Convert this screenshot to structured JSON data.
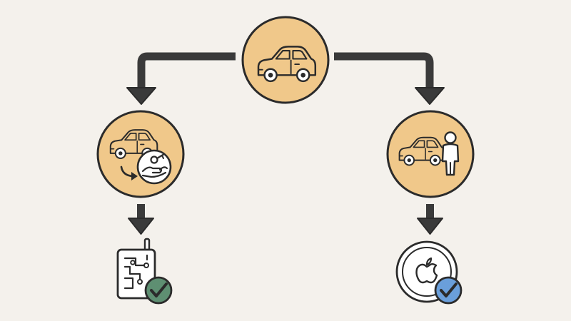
{
  "colors": {
    "background": "#f4f1ec",
    "node_fill": "#f0c88a",
    "ink": "#2b2b2b",
    "arrow": "#3a3a3a",
    "check_green": "#5e8f72",
    "check_blue": "#6a9fdb",
    "white": "#ffffff"
  },
  "nodes": [
    {
      "id": "car",
      "icon": "car-icon"
    },
    {
      "id": "car-handover",
      "icon": "car-key-exchange-icon"
    },
    {
      "id": "car-owner",
      "icon": "car-with-person-icon"
    },
    {
      "id": "chip-key",
      "icon": "chip-key-fob-icon"
    },
    {
      "id": "apple-key",
      "icon": "apple-digital-key-icon"
    }
  ],
  "edges": [
    {
      "from": "car",
      "to": "car-handover"
    },
    {
      "from": "car",
      "to": "car-owner"
    },
    {
      "from": "car-handover",
      "to": "chip-key"
    },
    {
      "from": "car-owner",
      "to": "apple-key"
    }
  ],
  "badges": [
    {
      "on": "chip-key",
      "icon": "check-icon",
      "color": "green"
    },
    {
      "on": "apple-key",
      "icon": "check-icon",
      "color": "blue"
    }
  ]
}
